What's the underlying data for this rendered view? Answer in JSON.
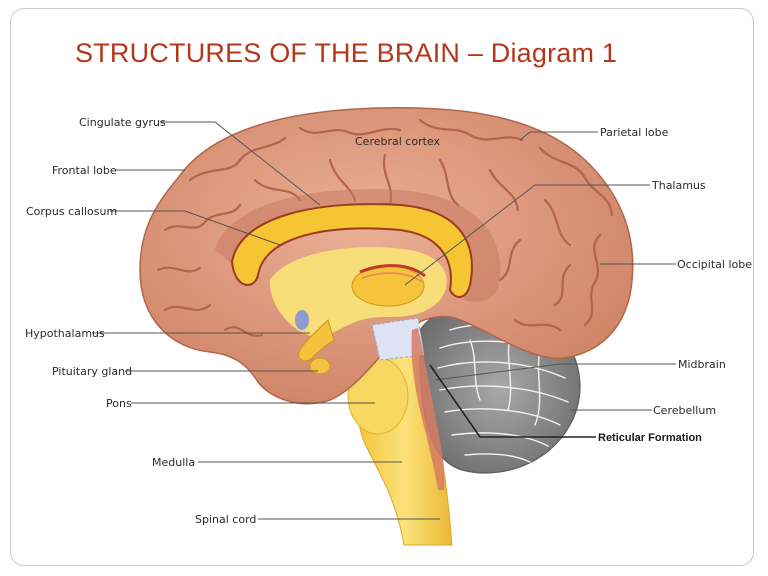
{
  "slide": {
    "title": "STRUCTURES OF THE BRAIN – Diagram 1"
  },
  "labels": {
    "cingulate_gyrus": "Cingulate gyrus",
    "frontal_lobe": "Frontal lobe",
    "corpus_callosum": "Corpus callosum",
    "hypothalamus": "Hypothalamus",
    "pituitary_gland": "Pituitary gland",
    "pons": "Pons",
    "medulla": "Medulla",
    "spinal_cord": "Spinal cord",
    "cerebral_cortex": "Cerebral cortex",
    "parietal_lobe": "Parietal lobe",
    "thalamus": "Thalamus",
    "occipital_lobe": "Occipital lobe",
    "midbrain": "Midbrain",
    "cerebellum": "Cerebellum",
    "reticular_formation": "Reticular Formation"
  },
  "colors": {
    "cortex": "#dd9a7c",
    "cortex_dark": "#b2644d",
    "corpus_callosum": "#f5c534",
    "brainstem": "#f7d55a",
    "cerebellum": "#8f8f8f",
    "title": "#b5371a"
  }
}
